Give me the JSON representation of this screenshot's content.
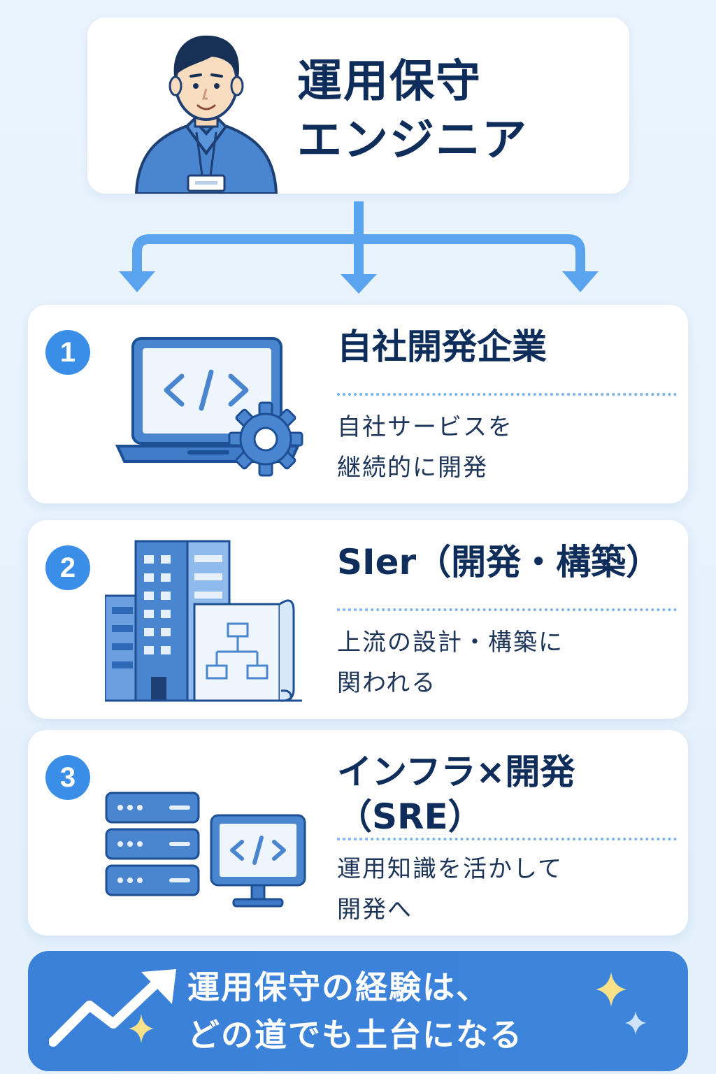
{
  "header": {
    "title_lines": [
      "運用保守",
      "エンジニア"
    ]
  },
  "options": [
    {
      "number": "1",
      "title_lines": [
        "自社開発企業"
      ],
      "desc_lines": [
        "自社サービスを",
        "継続的に開発"
      ],
      "icon": "laptop-code-gear-icon"
    },
    {
      "number": "2",
      "title_lines": [
        "SIer（開発・構築）"
      ],
      "desc_lines": [
        "上流の設計・構築に",
        "関われる"
      ],
      "icon": "building-blueprint-icon"
    },
    {
      "number": "3",
      "title_lines": [
        "インフラ×開発",
        "（SRE）"
      ],
      "desc_lines": [
        "運用知識を活かして",
        "開発へ"
      ],
      "icon": "server-monitor-code-icon"
    }
  ],
  "footer": {
    "lines": [
      "運用保守の経験は、",
      "どの道でも土台になる"
    ],
    "icon": "growth-arrow-icon"
  },
  "colors": {
    "accent": "#3b8ee8",
    "dark_text": "#0f2d5a",
    "banner": "#3a80d8",
    "sparkle": "#f7e28a"
  }
}
